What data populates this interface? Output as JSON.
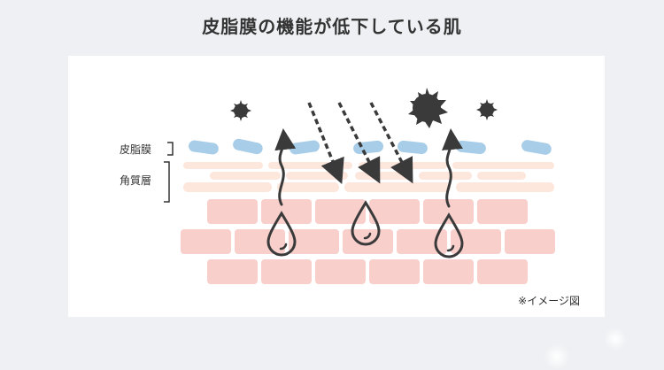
{
  "title": "皮脂膜の機能が低下している肌",
  "labels": {
    "sebum": "皮脂膜",
    "stratum": "角質層"
  },
  "note": "※イメージ図",
  "colors": {
    "sebum": "#a8cde8",
    "stratum": "#fde6dc",
    "cell": "#f8cfcb",
    "icon": "#3a3a3a"
  }
}
